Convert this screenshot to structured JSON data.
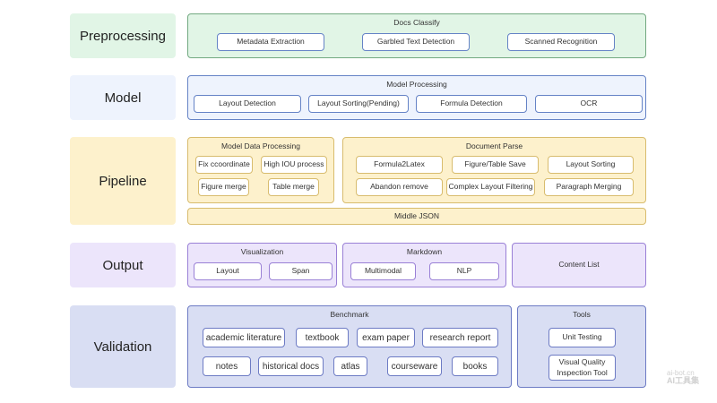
{
  "rows": {
    "preprocessing": "Preprocessing",
    "model": "Model",
    "pipeline": "Pipeline",
    "output": "Output",
    "validation": "Validation"
  },
  "preprocessing": {
    "title": "Docs Classify",
    "items": [
      "Metadata Extraction",
      "Garbled Text Detection",
      "Scanned Recognition"
    ]
  },
  "model": {
    "title": "Model Processing",
    "items": [
      "Layout Detection",
      "Layout Sorting(Pending)",
      "Formula Detection",
      "OCR"
    ]
  },
  "pipeline": {
    "model_data": {
      "title": "Model Data Processing",
      "items": [
        "Fix ccoordinate",
        "High IOU process",
        "Figure merge",
        "Table merge"
      ]
    },
    "doc_parse": {
      "title": "Document Parse",
      "items": [
        "Formula2Latex",
        "Figure/Table Save",
        "Layout Sorting",
        "Abandon remove",
        "Complex Layout Filtering",
        "Paragraph Merging"
      ]
    },
    "middle_json": "Middle JSON"
  },
  "output": {
    "visualization": {
      "title": "Visualization",
      "items": [
        "Layout",
        "Span"
      ]
    },
    "markdown": {
      "title": "Markdown",
      "items": [
        "Multimodal",
        "NLP"
      ]
    },
    "content_list": "Content List"
  },
  "validation": {
    "benchmark": {
      "title": "Benchmark",
      "items": [
        "academic literature",
        "textbook",
        "exam paper",
        "research report",
        "notes",
        "historical docs",
        "atlas",
        "courseware",
        "books"
      ]
    },
    "tools": {
      "title": "Tools",
      "items": [
        "Unit Testing",
        "Visual Quality Inspection Tool"
      ]
    }
  },
  "watermark": {
    "line1": "ai-bot.cn",
    "line2": "AI工具集"
  },
  "colors": {
    "preprocessing": "#e1f5e6",
    "model": "#eef3fd",
    "pipeline": "#fdf1cc",
    "output": "#ece5fb",
    "validation": "#d9def3"
  }
}
